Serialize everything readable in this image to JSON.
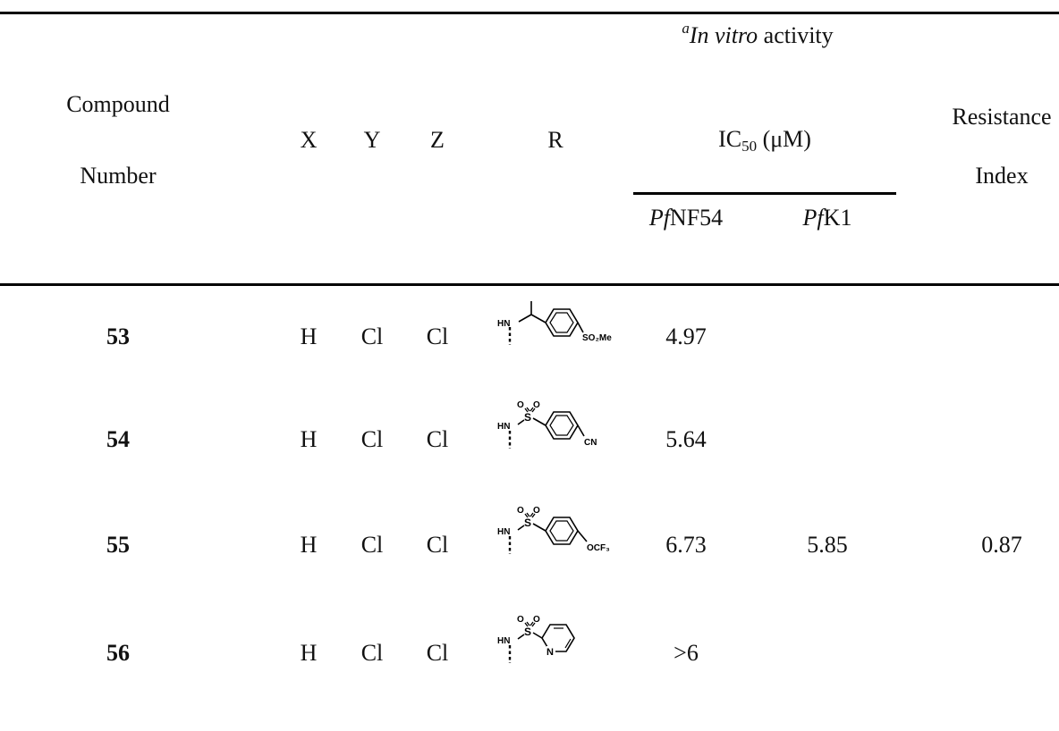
{
  "table": {
    "headers": {
      "compound": "Compound",
      "number": "Number",
      "x": "X",
      "y": "Y",
      "z": "Z",
      "r": "R",
      "activity_sup": "a",
      "activity_italic": "In vitro",
      "activity_rest": " activity",
      "ic50_main": "IC",
      "ic50_sub": "50",
      "ic50_unit": " (μM)",
      "resistance": "Resistance",
      "index": "Index",
      "pf_nf54_prefix": "Pf",
      "pf_nf54_suffix": "NF54",
      "pf_k1_prefix": "Pf",
      "pf_k1_suffix": "K1"
    },
    "rows": [
      {
        "compound": "53",
        "x": "H",
        "y": "Cl",
        "z": "Cl",
        "r_labels": {
          "nh": "HN",
          "sub": "SO₂Me"
        },
        "nf54": "4.97",
        "k1": "",
        "ri": ""
      },
      {
        "compound": "54",
        "x": "H",
        "y": "Cl",
        "z": "Cl",
        "r_labels": {
          "nh": "HN",
          "s": "S",
          "o1": "O",
          "o2": "O",
          "sub": "CN"
        },
        "nf54": "5.64",
        "k1": "",
        "ri": ""
      },
      {
        "compound": "55",
        "x": "H",
        "y": "Cl",
        "z": "Cl",
        "r_labels": {
          "nh": "HN",
          "s": "S",
          "o1": "O",
          "o2": "O",
          "sub": "OCF₃"
        },
        "nf54": "6.73",
        "k1": "5.85",
        "ri": "0.87"
      },
      {
        "compound": "56",
        "x": "H",
        "y": "Cl",
        "z": "Cl",
        "r_labels": {
          "nh": "HN",
          "s": "S",
          "o1": "O",
          "o2": "O",
          "n": "N"
        },
        "nf54": ">6",
        "k1": "",
        "ri": ""
      }
    ]
  }
}
